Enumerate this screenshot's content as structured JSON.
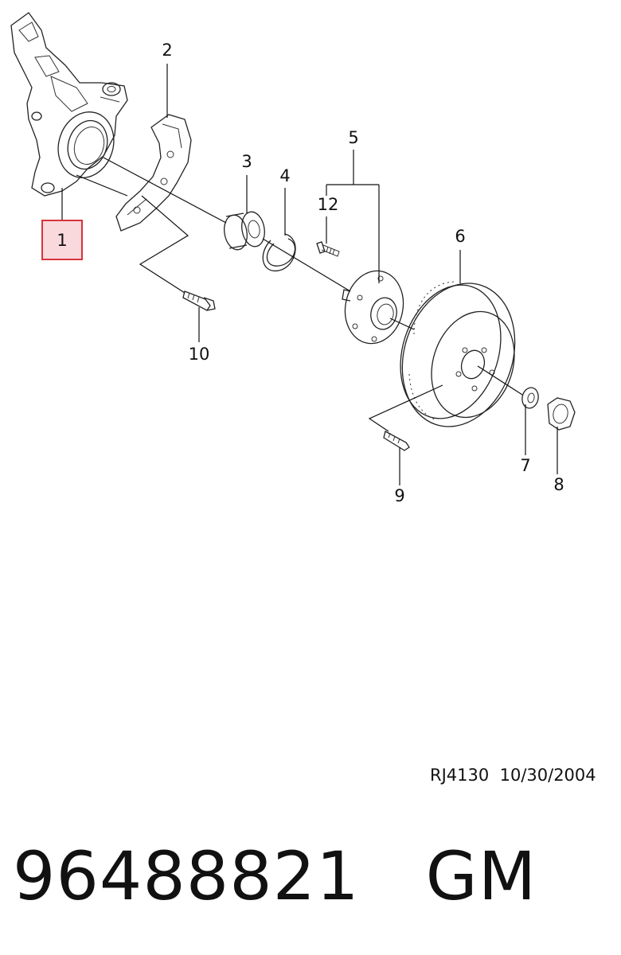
{
  "callouts": [
    {
      "id": "1",
      "label": "1",
      "highlighted": true
    },
    {
      "id": "2",
      "label": "2"
    },
    {
      "id": "3",
      "label": "3"
    },
    {
      "id": "4",
      "label": "4"
    },
    {
      "id": "5",
      "label": "5"
    },
    {
      "id": "6",
      "label": "6"
    },
    {
      "id": "7",
      "label": "7"
    },
    {
      "id": "8",
      "label": "8"
    },
    {
      "id": "9",
      "label": "9"
    },
    {
      "id": "10",
      "label": "10"
    },
    {
      "id": "12",
      "label": "12"
    }
  ],
  "diagram_reference": "RJ4130",
  "diagram_date": "10/30/2004",
  "part_number": "96488821",
  "brand": "GM",
  "colors": {
    "highlight_border": "#d6343c",
    "highlight_fill": "#f9d9dc",
    "line": "#222222"
  }
}
